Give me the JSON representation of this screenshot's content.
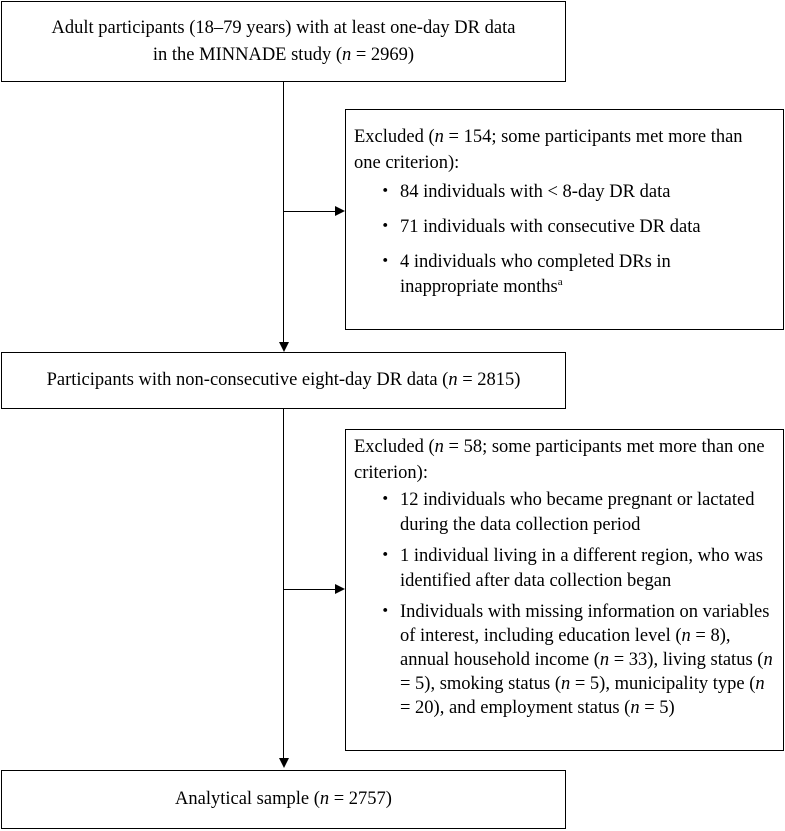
{
  "boxes": {
    "start": {
      "line1": "Adult participants (18–79 years) with at least one-day DR data",
      "line2_prefix": "in the MINNADE study (",
      "n_symbol": "n",
      "line2_suffix": " = 2969)"
    },
    "excluded1": {
      "head_prefix": "Excluded (",
      "n_symbol": "n",
      "head_suffix": " = 154; some participants met more than one criterion):",
      "bullet": "・",
      "item1": "84 individuals with < 8-day DR data",
      "item2": "71 individuals with consecutive DR data",
      "item3_text": "4 individuals who completed DRs in inappropriate months",
      "item3_sup": "a"
    },
    "middle": {
      "prefix": "Participants with non-consecutive eight-day DR data (",
      "n_symbol": "n",
      "suffix": " = 2815)"
    },
    "excluded2": {
      "head_prefix": "Excluded (",
      "n_symbol": "n",
      "head_suffix": " = 58; some participants met more than one criterion):",
      "bullet": "・",
      "item1": "12 individuals who became pregnant or lactated during the data collection period",
      "item2": "1 individual living in a different region, who was identified after data collection began",
      "item3_a": "Individuals with missing information on variables of interest, including education level (",
      "item3_b": " = 8), annual household income (",
      "item3_c": " = 33), living status (",
      "item3_d": " = 5), smoking status (",
      "item3_e": " = 5), municipality type (",
      "item3_f": " = 20), and employment status (",
      "item3_g": " = 5)"
    },
    "final": {
      "prefix": "Analytical sample (",
      "n_symbol": "n",
      "suffix": " = 2757)"
    }
  }
}
